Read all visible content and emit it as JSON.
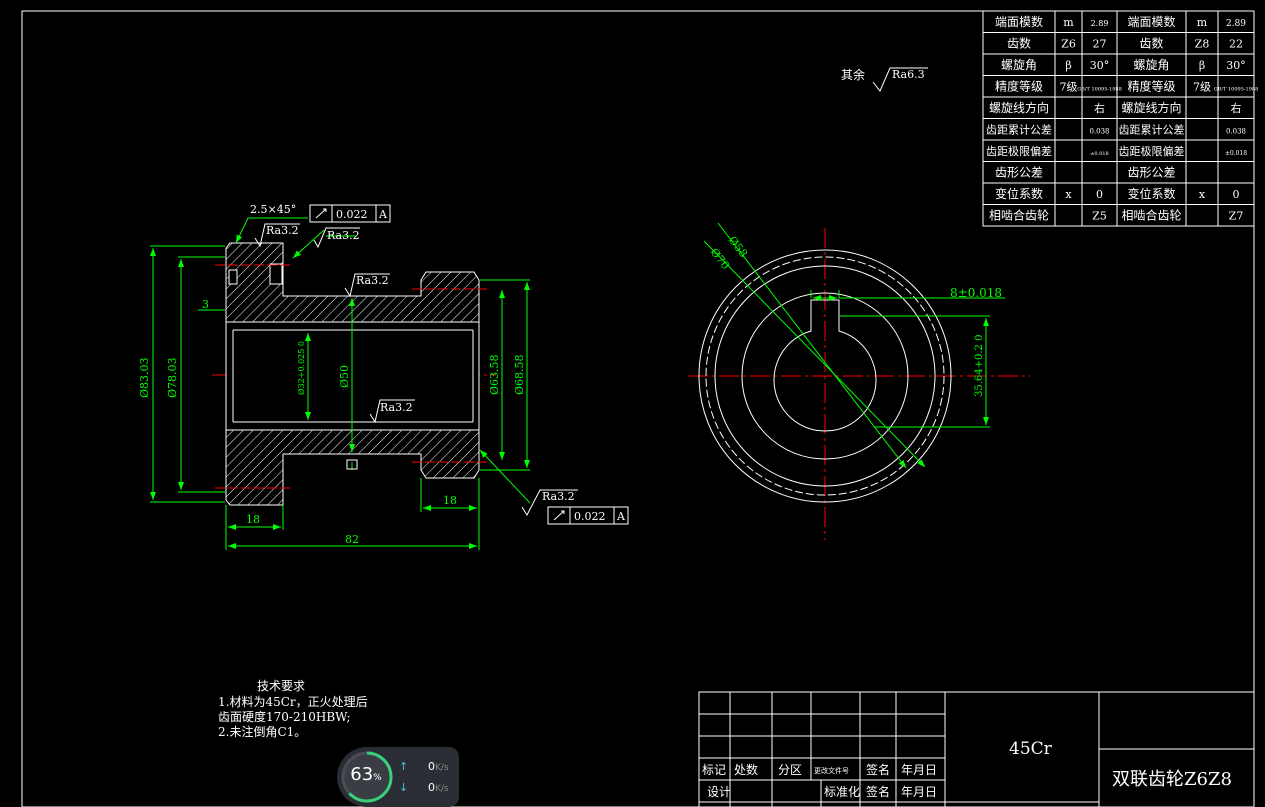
{
  "params_table": {
    "rows": [
      [
        "端面模数",
        "m",
        "2.89",
        "端面模数",
        "m",
        "2.89"
      ],
      [
        "齿数",
        "Z6",
        "27",
        "齿数",
        "Z8",
        "22"
      ],
      [
        "螺旋角",
        "β",
        "30°",
        "螺旋角",
        "β",
        "30°"
      ],
      [
        "精度等级",
        "7级",
        "GB/T 10095-1988",
        "精度等级",
        "7级",
        "GB/T 10095-1988"
      ],
      [
        "螺旋线方向",
        "",
        "右",
        "螺旋线方向",
        "",
        "右"
      ],
      [
        "齿距累计公差",
        "",
        "0.038",
        "齿距累计公差",
        "",
        "0.038"
      ],
      [
        "齿距极限偏差",
        "",
        "±0.018",
        "齿距极限偏差",
        "",
        "±0.018"
      ],
      [
        "齿形公差",
        "",
        "",
        "齿形公差",
        "",
        ""
      ],
      [
        "变位系数",
        "x",
        "0",
        "变位系数",
        "x",
        "0"
      ],
      [
        "相啮合齿轮",
        "",
        "Z5",
        "相啮合齿轮",
        "",
        "Z7"
      ]
    ]
  },
  "roughness_note": {
    "label": "其余",
    "value": "Ra6.3"
  },
  "section_view": {
    "chamfer": "2.5×45°",
    "runout_left": {
      "value": "0.022",
      "datum": "A"
    },
    "runout_right": {
      "value": "0.022",
      "datum": "A"
    },
    "ra_labels": [
      "Ra3.2",
      "Ra3.2",
      "Ra3.2",
      "Ra3.2",
      "Ra3.2"
    ],
    "dims": {
      "d83": "Ø83.03",
      "d78": "Ø78.03",
      "d32": "Ø32+0.025 0",
      "d50": "Ø50",
      "d63": "Ø63.58",
      "d68": "Ø68.58",
      "w3": "3",
      "w18a": "18",
      "w18b": "18",
      "w82": "82"
    }
  },
  "end_view": {
    "d58": "Ø58",
    "d70": "Ø70",
    "keyway": "8±0.018",
    "keydepth": "35.64+0.2 0"
  },
  "tech_req": {
    "title": "技术要求",
    "lines": [
      "1.材料为45Cr，正火处理后",
      "齿面硬度170-210HBW;",
      "2.未注倒角C1。"
    ]
  },
  "title_block": {
    "material": "45Cr",
    "part_name": "双联齿轮Z6Z8",
    "headers": [
      "标记",
      "处数",
      "分区",
      "更改文件号",
      "签名",
      "年月日"
    ],
    "row2": [
      "设计",
      "",
      "",
      "标准化",
      "签名",
      "年月日"
    ]
  },
  "speed_widget": {
    "percent": "63",
    "pct_sign": "%",
    "up": "0",
    "down": "0",
    "unit": "K/s"
  }
}
